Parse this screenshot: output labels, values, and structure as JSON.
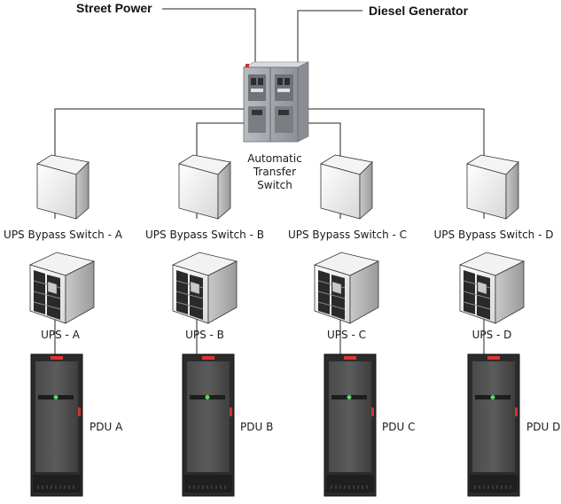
{
  "top": {
    "street_power": "Street Power",
    "diesel_generator": "Diesel Generator"
  },
  "ats": {
    "line1": "Automatic",
    "line2": "Transfer",
    "line3": "Switch"
  },
  "bypass": [
    {
      "label": "UPS Bypass Switch - A"
    },
    {
      "label": "UPS Bypass Switch - B"
    },
    {
      "label": "UPS Bypass Switch - C"
    },
    {
      "label": "UPS Bypass Switch - D"
    }
  ],
  "ups": [
    {
      "label": "UPS - A"
    },
    {
      "label": "UPS - B"
    },
    {
      "label": "UPS - C"
    },
    {
      "label": "UPS - D"
    }
  ],
  "pdu": [
    {
      "label": "PDU A"
    },
    {
      "label": "PDU B"
    },
    {
      "label": "PDU C"
    },
    {
      "label": "PDU D"
    }
  ]
}
